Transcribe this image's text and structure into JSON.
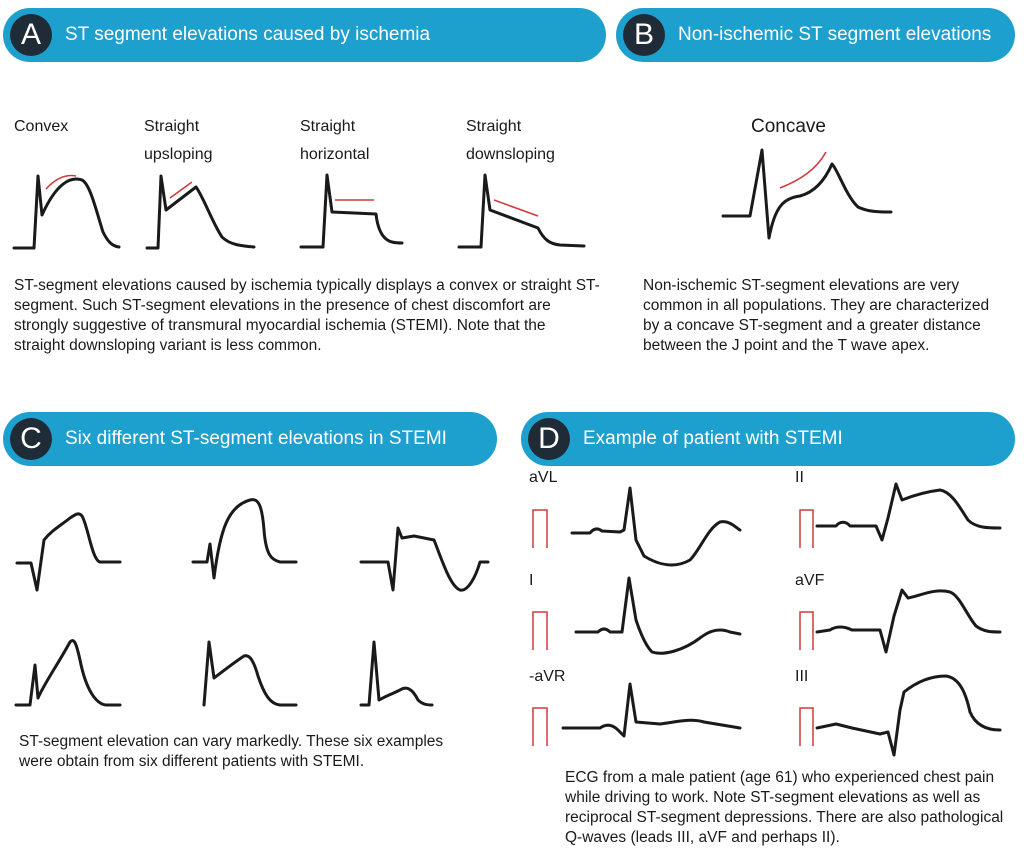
{
  "panels": {
    "a": {
      "badge": "A",
      "title": "ST segment elevations caused by ischemia",
      "labels": {
        "convex": "Convex",
        "upsloping_1": "Straight",
        "upsloping_2": "upsloping",
        "horizontal_1": "Straight",
        "horizontal_2": "horizontal",
        "downsloping_1": "Straight",
        "downsloping_2": "downsloping"
      },
      "description": "ST-segment elevations caused by ischemia typically displays a convex or straight ST-segment. Such ST-segment elevations in the presence of chest discomfort are strongly suggestive of transmural myocardial ischemia (STEMI). Note that the straight downsloping variant is less common."
    },
    "b": {
      "badge": "B",
      "title": "Non-ischemic ST segment elevations",
      "label": "Concave",
      "description": "Non-ischemic ST-segment elevations are very common in all populations. They are characterized by a concave ST-segment and a greater distance between the J point and the T wave apex."
    },
    "c": {
      "badge": "C",
      "title": "Six different ST-segment elevations in STEMI",
      "description": "ST-segment elevation can vary markedly. These six examples were obtain from six different patients with STEMI."
    },
    "d": {
      "badge": "D",
      "title": "Example of patient with STEMI",
      "leads": {
        "avl": "aVL",
        "i": "I",
        "minus_avr": "-aVR",
        "ii": "II",
        "avf": "aVF",
        "iii": "III"
      },
      "description": "ECG from a male patient (age 61) who experienced chest pain while driving to work. Note ST-segment elevations as well as reciprocal ST-segment depressions. There are also pathological Q-waves (leads III, aVF and perhaps II)."
    }
  },
  "colors": {
    "banner": "#1ea0cf",
    "badge": "#1f2b36",
    "trace": "#1a1a1a",
    "marker": "#d23a3a"
  }
}
